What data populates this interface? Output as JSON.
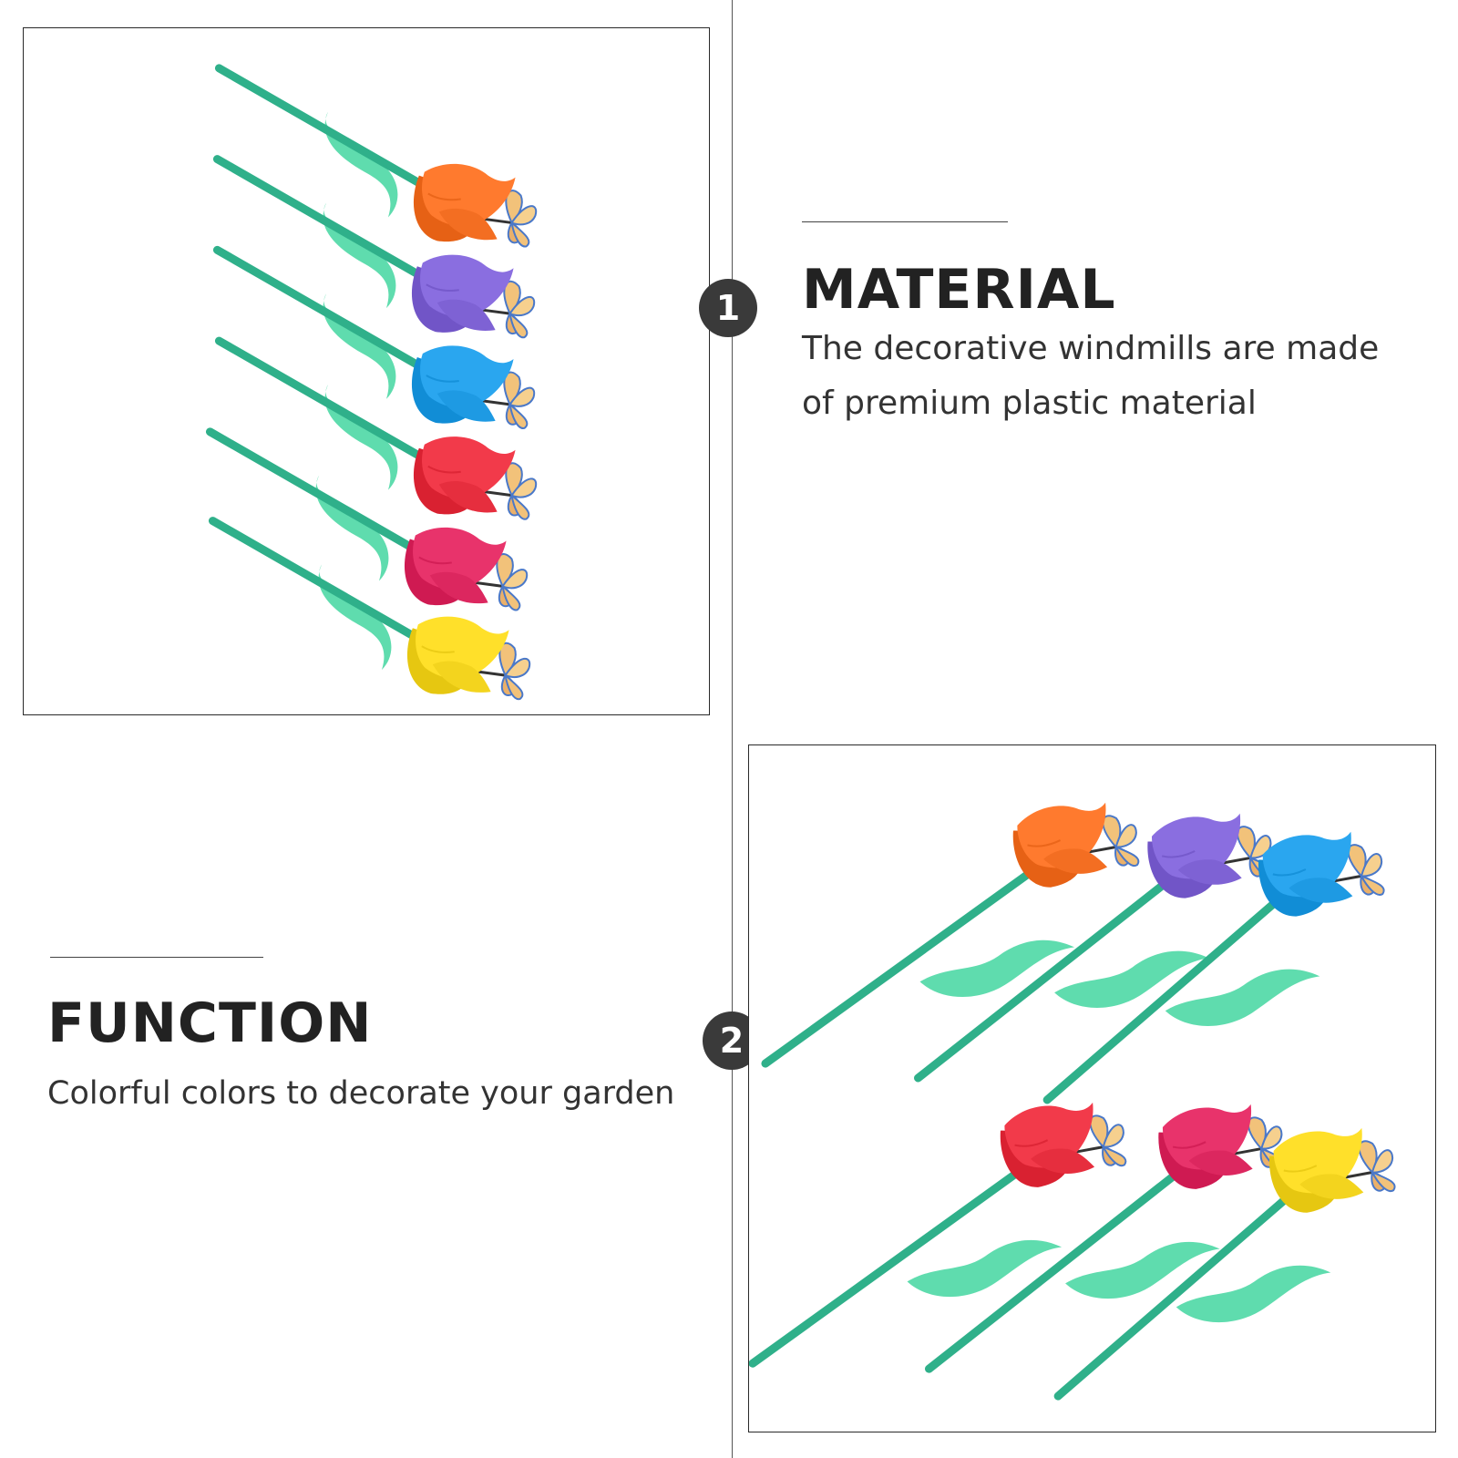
{
  "sections": [
    {
      "number": "1",
      "heading": "MATERIAL",
      "description": "The decorative windmills are made of premium plastic material"
    },
    {
      "number": "2",
      "heading": "FUNCTION",
      "description": "Colorful colors to decorate your garden"
    }
  ],
  "colors": {
    "stem": "#2fb08a",
    "leaf": "#5fdcae",
    "marker": "#3a3a3a",
    "tulips": [
      "#ff7a2e",
      "#8a6ee0",
      "#2aa6ef",
      "#f23a4a",
      "#e8336b",
      "#ffe02a"
    ]
  }
}
